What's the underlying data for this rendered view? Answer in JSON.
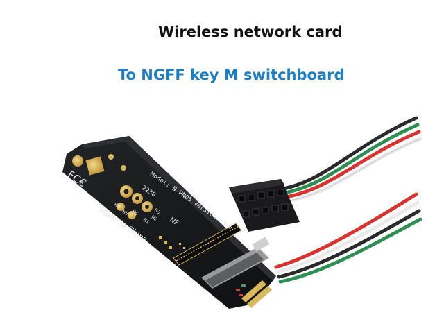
{
  "heading": {
    "title": "Wireless network card",
    "subtitle": "To NGFF key M switchboard"
  },
  "colors": {
    "subtitle_blue": "#1a7fc6",
    "pcb_black": "#17181a",
    "gold": "#d9b85c",
    "wire_red": "#d9332f",
    "wire_green": "#2f8f52",
    "wire_white": "#eaeaea",
    "wire_black": "#2a2a2a"
  },
  "board": {
    "silkscreen_model": "Model: N-PN05 Version: 2.0",
    "silkscreen_size": "2230",
    "silkscreen_origin": "Made in China",
    "silkscreen_brand": "NF",
    "silkscreen_marks": "FC€",
    "hole_labels": [
      "H1",
      "H2",
      "H3",
      "H4",
      "H5",
      "H6"
    ]
  },
  "image_alt": "M.2 NGFF key M adapter board with ribbon cable and 10-pin header connector"
}
